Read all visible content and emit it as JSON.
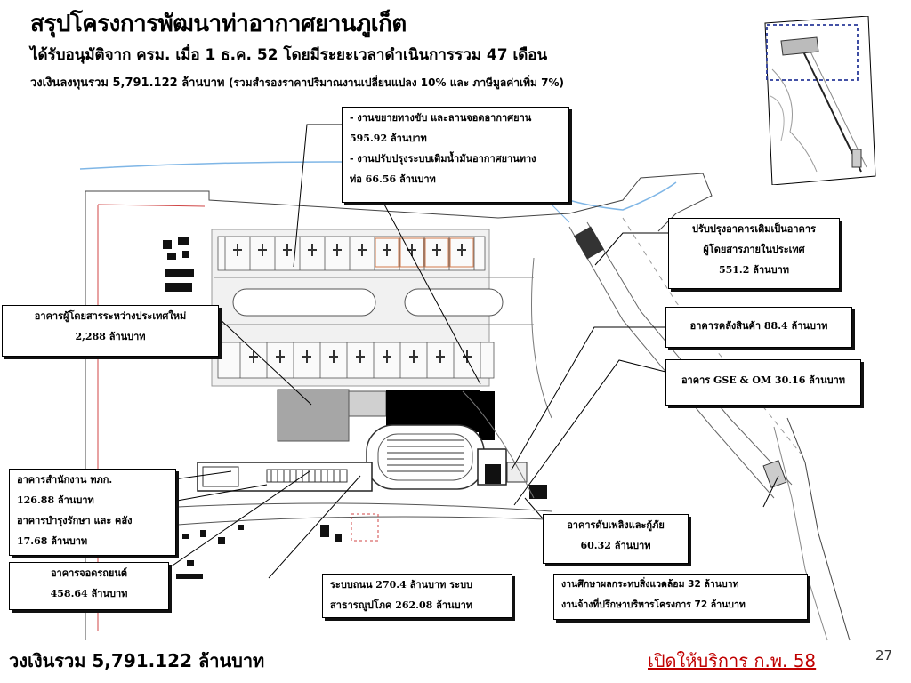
{
  "header": {
    "title": "สรุปโครงการพัฒนาท่าอากาศยานภูเก็ต",
    "approval": "ได้รับอนุมัติจาก ครม. เมื่อ 1 ธ.ค. 52 โดยมีระยะเวลาดำเนินการรวม 47 เดือน",
    "budget_main": "วงเงินลงทุนรวม 5,791.122 ล้านบาท",
    "budget_note": "(รวมสำรองราคาปริมาณงานเปลี่ยนแปลง 10% และ ภาษีมูลค่าเพิ่ม 7%)"
  },
  "callouts": {
    "taxiway": {
      "line1": "- งานขยายทางขับ และลานจอดอากาศยาน",
      "line2": "595.92 ล้านบาท",
      "line3": "- งานปรับปรุงระบบเติมน้ำมันอากาศยานทาง",
      "line4": "ท่อ 66.56 ล้านบาท"
    },
    "domestic": {
      "line1": "ปรับปรุงอาคารเดิมเป็นอาคาร",
      "line2": "ผู้โดยสารภายในประเทศ",
      "line3": "551.2 ล้านบาท"
    },
    "intl": {
      "line1": "อาคารผู้โดยสารระหว่างประเทศใหม่",
      "line2": "2,288 ล้านบาท"
    },
    "cargo": {
      "line1": "อาคารคลังสินค้า 88.4 ล้านบาท"
    },
    "gse": {
      "line1": "อาคาร GSE & OM 30.16 ล้านบาท"
    },
    "office": {
      "line1": "อาคารสำนักงาน ทภก.",
      "line2": "126.88 ล้านบาท",
      "line3": "อาคารบำรุงรักษา และ คลัง",
      "line4": "17.68 ล้านบาท"
    },
    "fire": {
      "line1": "อาคารดับเพลิงและกู้ภัย",
      "line2": "60.32 ล้านบาท"
    },
    "parking": {
      "line1": "อาคารจอดรถยนต์",
      "line2": "458.64 ล้านบาท"
    },
    "road": {
      "line1": "ระบบถนน 270.4 ล้านบาท  ระบบ",
      "line2": "สาธารณูปโภค 262.08 ล้านบาท"
    },
    "study": {
      "line1": "งานศึกษาผลกระทบสิ่งแวดล้อม 32 ล้านบาท",
      "line2": "งานจ้างที่ปรึกษาบริหารโครงการ 72 ล้านบาท"
    }
  },
  "footer": {
    "total": "วงเงินรวม 5,791.122 ล้านบาท",
    "opening": "เปิดให้บริการ ก.พ. 58",
    "page": "27"
  },
  "colors": {
    "callout_line": "#000000",
    "blue_line": "#6fa8dc",
    "red_boundary": "#cc3333",
    "opening_text": "#c00000",
    "inset_frame": "#2a3a99"
  }
}
